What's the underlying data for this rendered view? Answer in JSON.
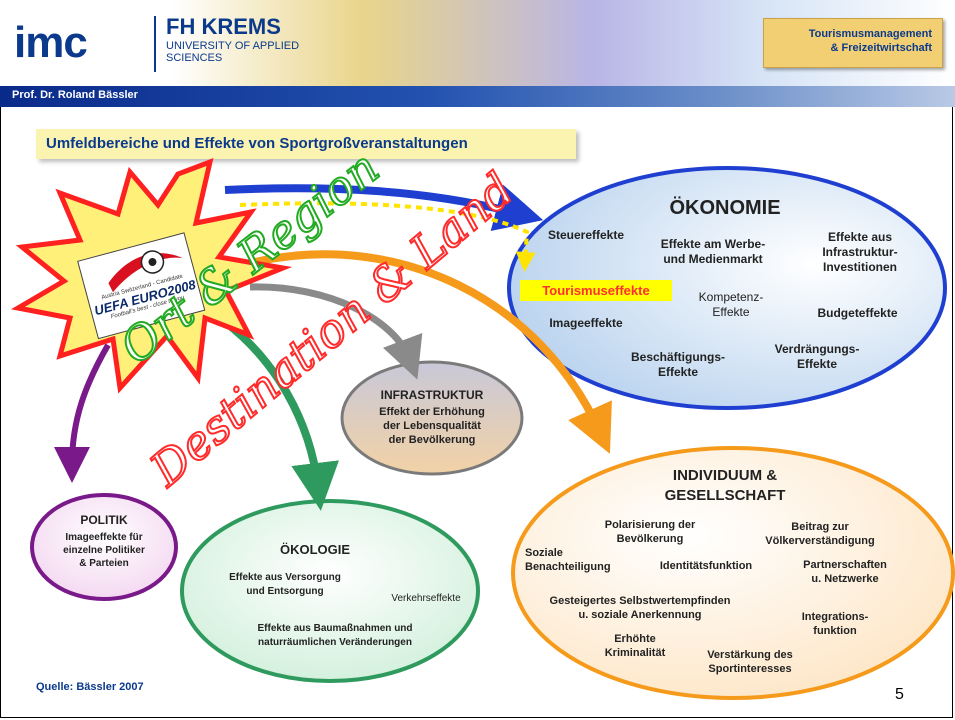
{
  "header": {
    "logo_imc": "imc",
    "logo_fh_line1": "FH KREMS",
    "logo_fh_line2": "UNIVERSITY OF APPLIED",
    "logo_fh_line3": "SCIENCES",
    "program_line1": "Tourismusmanagement",
    "program_line2": "& Freizeitwirtschaft",
    "author": "Prof. Dr. Roland Bässler"
  },
  "title": "Umfeldbereiche und Effekte von Sportgroßveranstaltungen",
  "event_logo": {
    "line1": "Austria Switzerland - Candidate",
    "line2": "UEFA EURO2008",
    "line3": "Football's best - close to you"
  },
  "diagonal_text": {
    "ort_region": "Ort & Region",
    "destination_land": "Destination & Land"
  },
  "oekonomie": {
    "title": "ÖKONOMIE",
    "steuer": "Steuereffekte",
    "werbe": [
      "Effekte am Werbe-",
      "und Medienmarkt"
    ],
    "infra": [
      "Effekte aus",
      "Infrastruktur-",
      "Investitionen"
    ],
    "tourismus": "Tourismuseffekte",
    "kompetenz": [
      "Kompetenz-",
      "Effekte"
    ],
    "budget": "Budgeteffekte",
    "image": "Imageeffekte",
    "beschaeftigung": [
      "Beschäftigungs-",
      "Effekte"
    ],
    "verdraengung": [
      "Verdrängungs-",
      "Effekte"
    ]
  },
  "infrastruktur": {
    "title": "INFRASTRUKTUR",
    "lines": [
      "Effekt der Erhöhung",
      "der Lebensqualität",
      "der Bevölkerung"
    ]
  },
  "individuum": {
    "title": [
      "INDIVIDUUM &",
      "GESELLSCHAFT"
    ],
    "polarisierung": [
      "Polarisierung der",
      "Bevölkerung"
    ],
    "beitrag": [
      "Beitrag zur",
      "Völkerverständigung"
    ],
    "soziale": [
      "Soziale",
      "Benachteiligung"
    ],
    "identitaet": "Identitätsfunktion",
    "partner": [
      "Partnerschaften",
      "u. Netzwerke"
    ],
    "selbstwert": [
      "Gesteigertes Selbstwertempfinden",
      "u. soziale Anerkennung"
    ],
    "integration": [
      "Integrations-",
      "funktion"
    ],
    "kriminalitaet": [
      "Erhöhte",
      "Kriminalität"
    ],
    "sportinteresse": [
      "Verstärkung des",
      "Sportinteresses"
    ]
  },
  "politik": {
    "title": "POLITIK",
    "lines": [
      "Imageeffekte für",
      "einzelne Politiker",
      "& Parteien"
    ]
  },
  "oekologie": {
    "title": "ÖKOLOGIE",
    "versorgung": [
      "Effekte aus Versorgung",
      "und Entsorgung"
    ],
    "verkehr": "Verkehrseffekte",
    "bau": [
      "Effekte aus Baumaßnahmen und",
      "naturräumlichen Veränderungen"
    ]
  },
  "source": "Quelle: Bässler 2007",
  "page_number": "5",
  "colors": {
    "navy": "#0b3a8c",
    "oekonomie_border": "#1f3fd0",
    "individuum_border": "#f59a1a",
    "oekologie_border": "#2e9a5e",
    "politik_border": "#7a1a8a",
    "infrastruktur_border": "#7a7a7a",
    "arrow_blue": "#1f3fd0",
    "arrow_orange": "#f59a1a",
    "arrow_grey": "#8a8a8a",
    "arrow_green": "#2e9a5e",
    "arrow_purple": "#7a1a8a",
    "arrow_yellow_dotted": "#ffe400",
    "text_green": "#22aa22",
    "text_red": "#ff2a2a"
  }
}
